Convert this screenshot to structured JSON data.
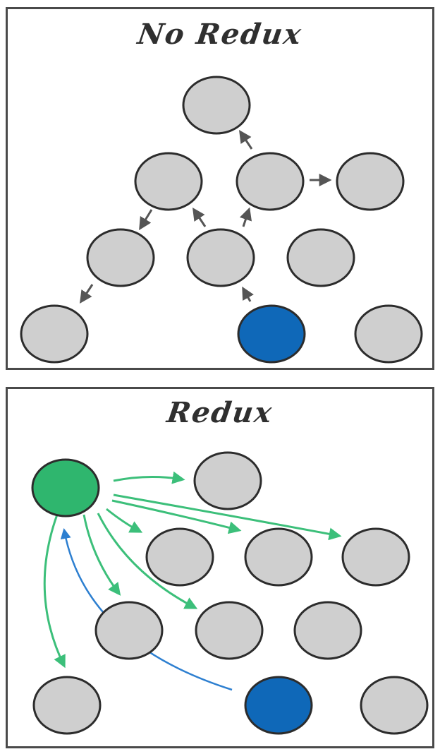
{
  "colors": {
    "node_fill": "#cfcfcf",
    "node_stroke": "#2c2c2c",
    "source_node": "#0f68b8",
    "store_node": "#2fb66e",
    "arrow_gray": "#555555",
    "arrow_green": "#3cbf7a",
    "arrow_blue": "#2d7fd0"
  },
  "no_redux": {
    "title": "No Redux",
    "nodes": [
      {
        "id": "n1",
        "role": "root"
      },
      {
        "id": "n2",
        "role": "child"
      },
      {
        "id": "n3",
        "role": "child"
      },
      {
        "id": "n4",
        "role": "child"
      },
      {
        "id": "n5",
        "role": "child"
      },
      {
        "id": "n6",
        "role": "child"
      },
      {
        "id": "n7",
        "role": "child"
      },
      {
        "id": "n8",
        "role": "leaf"
      },
      {
        "id": "n9",
        "role": "source",
        "highlight": "blue"
      },
      {
        "id": "n10",
        "role": "leaf"
      }
    ],
    "arrows": [
      {
        "from": "n9",
        "to": "n6"
      },
      {
        "from": "n6",
        "to": "n3"
      },
      {
        "from": "n6",
        "to": "n2"
      },
      {
        "from": "n3",
        "to": "n1"
      },
      {
        "from": "n3",
        "to": "n4"
      },
      {
        "from": "n2",
        "to": "n5"
      },
      {
        "from": "n5",
        "to": "n8"
      }
    ]
  },
  "redux": {
    "title": "Redux",
    "nodes": [
      {
        "id": "store",
        "role": "store",
        "highlight": "green"
      },
      {
        "id": "r1",
        "role": "component"
      },
      {
        "id": "r2",
        "role": "component"
      },
      {
        "id": "r3",
        "role": "component"
      },
      {
        "id": "r4",
        "role": "component"
      },
      {
        "id": "r5",
        "role": "component"
      },
      {
        "id": "r6",
        "role": "component"
      },
      {
        "id": "r7",
        "role": "component"
      },
      {
        "id": "r8",
        "role": "component"
      },
      {
        "id": "r9",
        "role": "source",
        "highlight": "blue"
      },
      {
        "id": "r10",
        "role": "component"
      }
    ],
    "arrows": [
      {
        "from": "store",
        "to": "r1",
        "color": "green"
      },
      {
        "from": "store",
        "to": "r2",
        "color": "green"
      },
      {
        "from": "store",
        "to": "r3",
        "color": "green"
      },
      {
        "from": "store",
        "to": "r4",
        "color": "green"
      },
      {
        "from": "store",
        "to": "r5",
        "color": "green"
      },
      {
        "from": "store",
        "to": "r6",
        "color": "green"
      },
      {
        "from": "store",
        "to": "r8",
        "color": "green"
      },
      {
        "from": "r9",
        "to": "store",
        "color": "blue"
      }
    ]
  }
}
